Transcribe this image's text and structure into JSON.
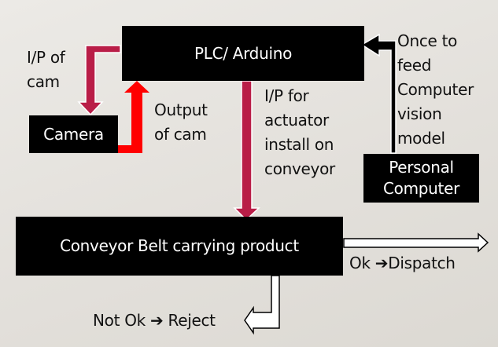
{
  "diagram": {
    "nodes": {
      "plc": "PLC/ Arduino",
      "camera": "Camera",
      "pc": "Personal\nComputer",
      "conveyor": "Conveyor Belt carrying product"
    },
    "labels": {
      "ip_of_cam": "I/P of\ncam",
      "output_of_cam": "Output\nof cam",
      "ip_for_actuator": "I/P for\nactuator\ninstall on\nconveyor",
      "once_to_feed": "Once to\nfeed\nComputer\nvision\nmodel",
      "ok_dispatch": "Ok ➔Dispatch",
      "not_ok_reject": "Not Ok ➔ Reject"
    },
    "edges": [
      {
        "from": "plc",
        "to": "camera",
        "label": "I/P of cam",
        "color": "#b91d47"
      },
      {
        "from": "camera",
        "to": "plc",
        "label": "Output of cam",
        "color": "#ff0000"
      },
      {
        "from": "plc",
        "to": "conveyor",
        "label": "I/P for actuator install on conveyor",
        "color": "#b91d47"
      },
      {
        "from": "pc",
        "to": "plc",
        "label": "Once to feed Computer vision model",
        "color": "#000000"
      },
      {
        "from": "conveyor",
        "to": "dispatch",
        "label": "Ok ➔ Dispatch",
        "color": "#ffffff"
      },
      {
        "from": "conveyor",
        "to": "reject",
        "label": "Not Ok ➔ Reject",
        "color": "#ffffff"
      }
    ]
  }
}
